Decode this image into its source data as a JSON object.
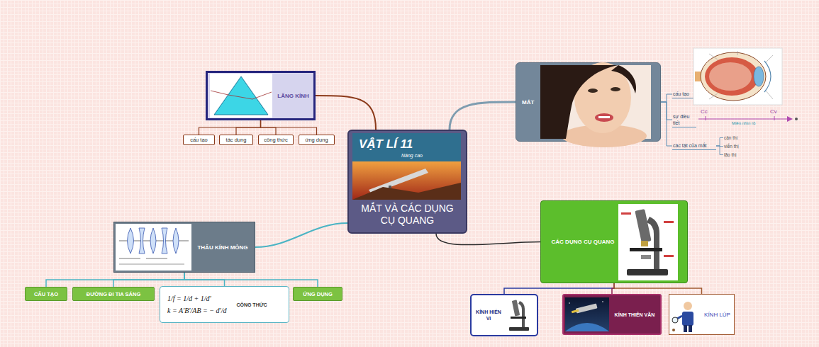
{
  "diagram": {
    "nodes": [
      {
        "text": [
          "MẮT VÀ CÁC DỤNG CỤ QUANG"
        ]
      },
      {
        "text": [
          "LĂNG KÍNH"
        ]
      },
      {
        "text": [
          "cấu tạo"
        ]
      },
      {
        "text": [
          "tác dụng"
        ]
      },
      {
        "text": [
          "công thức"
        ]
      },
      {
        "text": [
          "ứng dụng"
        ]
      },
      {
        "text": [
          "MẮT"
        ]
      },
      {
        "text": [
          "cấu tạo"
        ]
      },
      {
        "text": [
          "sự điều tiết"
        ]
      },
      {
        "text": [
          "các tật của mắt"
        ]
      },
      {
        "text": [
          "cận thị"
        ]
      },
      {
        "text": [
          "viễn thị"
        ]
      },
      {
        "text": [
          "lão thị"
        ]
      },
      {
        "text": [
          "THẤU KÍNH MỎNG"
        ]
      },
      {
        "text": [
          "CẤU TẠO"
        ]
      },
      {
        "text": [
          "ĐƯỜNG ĐI TIA SÁNG"
        ]
      },
      {
        "text": [
          "1/f = 1/d + 1/d'",
          "k = A'B'/AB = − d'/d",
          "CÔNG THỨC"
        ]
      },
      {
        "text": [
          "ỨNG DỤNG"
        ]
      },
      {
        "text": [
          "CÁC DỤNG CỤ QUANG"
        ]
      },
      {
        "text": [
          "KÍNH HIỂN VI"
        ]
      },
      {
        "text": [
          "KÍNH THIÊN VĂN"
        ]
      },
      {
        "text": [
          "KÍNH LÚP"
        ]
      }
    ],
    "edges": [
      {
        "from": 0,
        "to": 1,
        "arrow": "none"
      },
      {
        "from": 1,
        "to": 2,
        "arrow": "none"
      },
      {
        "from": 1,
        "to": 3,
        "arrow": "none"
      },
      {
        "from": 1,
        "to": 4,
        "arrow": "none"
      },
      {
        "from": 1,
        "to": 5,
        "arrow": "none"
      },
      {
        "from": 0,
        "to": 6,
        "arrow": "none"
      },
      {
        "from": 6,
        "to": 7,
        "arrow": "none"
      },
      {
        "from": 6,
        "to": 8,
        "arrow": "none"
      },
      {
        "from": 6,
        "to": 9,
        "arrow": "none"
      },
      {
        "from": 9,
        "to": 10,
        "arrow": "none"
      },
      {
        "from": 9,
        "to": 11,
        "arrow": "none"
      },
      {
        "from": 9,
        "to": 12,
        "arrow": "none"
      },
      {
        "from": 0,
        "to": 13,
        "arrow": "none"
      },
      {
        "from": 13,
        "to": 14,
        "arrow": "none"
      },
      {
        "from": 13,
        "to": 15,
        "arrow": "none"
      },
      {
        "from": 13,
        "to": 16,
        "arrow": "none"
      },
      {
        "from": 13,
        "to": 17,
        "arrow": "none"
      },
      {
        "from": 0,
        "to": 18,
        "arrow": "none"
      },
      {
        "from": 18,
        "to": 19,
        "arrow": "none"
      },
      {
        "from": 18,
        "to": 20,
        "arrow": "none"
      },
      {
        "from": 18,
        "to": 21,
        "arrow": "none"
      }
    ],
    "labels": [
      "VẬT LÍ 11",
      "Nâng cao",
      "Cc",
      "Cv",
      "Miền nhìn rõ"
    ]
  }
}
